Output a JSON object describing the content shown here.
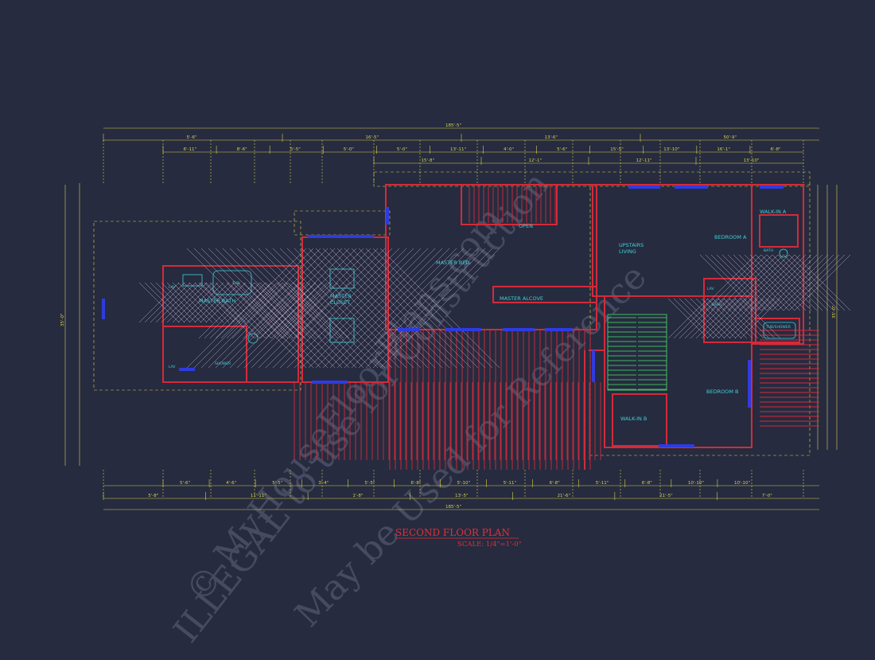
{
  "colors": {
    "background": "#262b3f",
    "wall": "#d42a3a",
    "dimension": "#d9d24a",
    "label": "#3fd0d6",
    "window": "#2f3be0",
    "stair": "#49e36a",
    "watermark": "#4a4f65"
  },
  "title": "SECOND FLOOR PLAN",
  "scale": "SCALE: 1/4\"=1'-0\"",
  "watermark": {
    "line1": "© MyHouseFloorPlans.com",
    "line2": "ILLEGAL to use for Construction",
    "line3": "May be Used for Reference"
  },
  "rooms": {
    "master_bath": "MASTER BATH",
    "master_closet": "MASTER\nCLOSET",
    "master_bed": "MASTER BED",
    "open": "OPEN",
    "master_alcove": "MASTER ALCOVE",
    "upstairs_living": "UPSTAIRS\nLIVING",
    "bedroom_a": "BEDROOM A",
    "bedroom_b": "BEDROOM B",
    "walk_in_a": "WALK-IN A",
    "walk_in_b": "WALK-IN B",
    "bath": "BATH",
    "tub": "TUB",
    "shower": "SHOWER",
    "tub_shower": "TUB/SHOWER",
    "lav": "LAV"
  },
  "dimensions": {
    "overall_top": "185'-5\"",
    "overall_bottom": "185'-5\"",
    "overall_left": "35'-0\"",
    "overall_right": "35'-0\"",
    "top_row1": [
      "5'-6\"",
      "16'-5\"",
      "13'-6\"",
      "50'-9\""
    ],
    "top_row2": [
      "6'-11\"",
      "8'-6\"",
      "5'-5\"",
      "5'-0\"",
      "5'-0\"",
      "13'-11\"",
      "4'-0\"",
      "5'-6\"",
      "15'-5\"",
      "13'-10\"",
      "16'-1\"",
      "6'-8\""
    ],
    "top_row3": [
      "15'-8\"",
      "12'-1\"",
      "12'-11\"",
      "13'-10\""
    ],
    "bottom_row1": [
      "5'-6\"",
      "4'-6\"",
      "5'-5\"",
      "3'-4\"",
      "5'-5\"",
      "6'-8\"",
      "5'-10\"",
      "5'-11\"",
      "6'-8\"",
      "5'-11\"",
      "6'-8\"",
      "10'-10\"",
      "10'-10\""
    ],
    "bottom_row2": [
      "5'-8\"",
      "11'-11\"",
      "1'-8\"",
      "13'-5\"",
      "21'-6\"",
      "21'-5\"",
      "7'-0\""
    ]
  }
}
